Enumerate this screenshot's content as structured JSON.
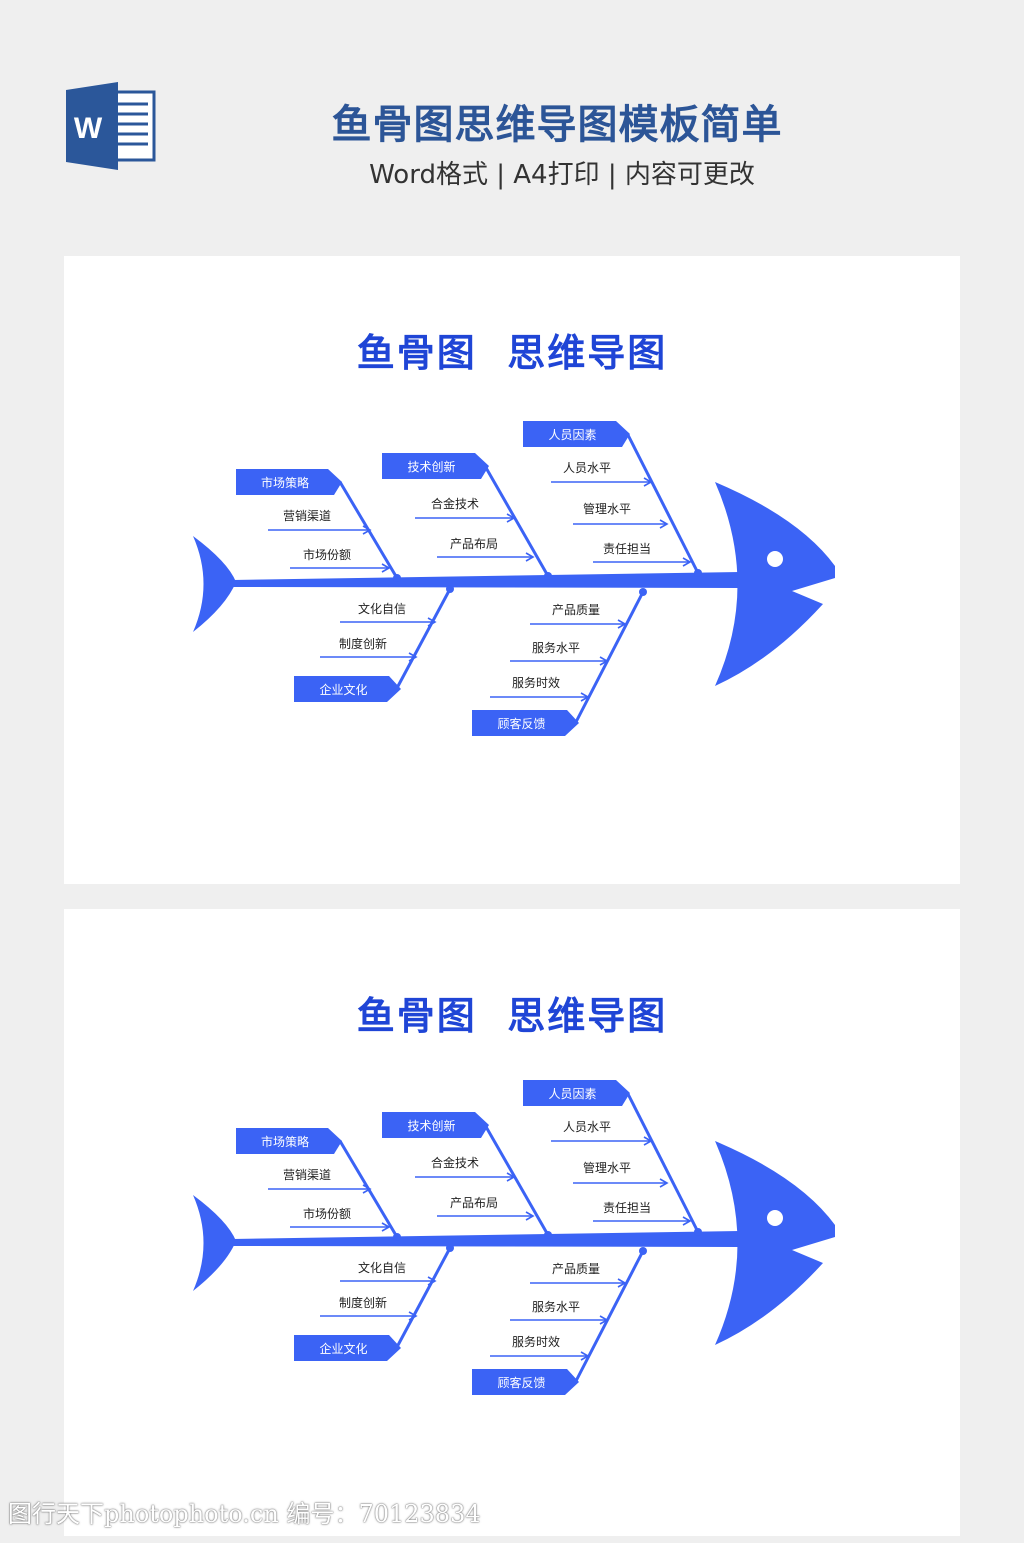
{
  "header": {
    "icon_letter": "W",
    "title": "鱼骨图思维导图模板简单",
    "subtitle": "Word格式 | A4打印 | 内容可更改"
  },
  "pages": [
    {
      "title": "鱼骨图  思维导图"
    },
    {
      "title": "鱼骨图  思维导图"
    }
  ],
  "diagram": {
    "color": "#3b63f5",
    "top_branches": [
      {
        "label": "市场策略",
        "items": [
          "营销渠道",
          "市场份额"
        ]
      },
      {
        "label": "技术创新",
        "items": [
          "合金技术",
          "产品布局"
        ]
      },
      {
        "label": "人员因素",
        "items": [
          "人员水平",
          "管理水平",
          "责任担当"
        ]
      }
    ],
    "bottom_branches": [
      {
        "label": "企业文化",
        "items": [
          "文化自信",
          "制度创新"
        ]
      },
      {
        "label": "顾客反馈",
        "items": [
          "产品质量",
          "服务水平",
          "服务时效"
        ]
      }
    ]
  },
  "watermark": "图行天下photophoto.cn 编号：70123834"
}
